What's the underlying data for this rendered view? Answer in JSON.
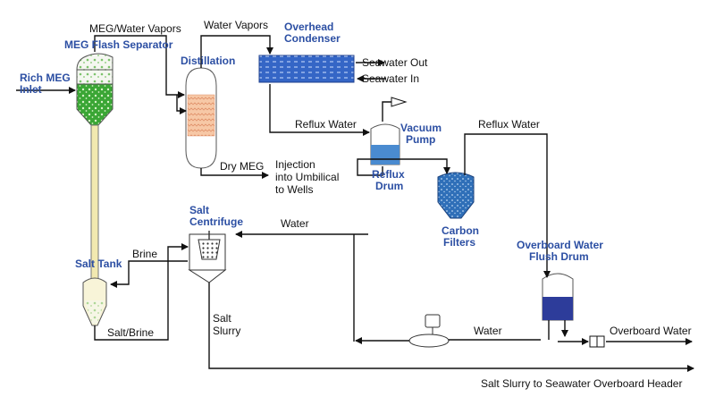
{
  "colors": {
    "accent_blue": "#2c4fa3",
    "meg_green": "#3aa635",
    "reflux_blue": "#4a8bd0",
    "filter_blue": "#2f6fb8",
    "drum_navy": "#2d3c9a",
    "condenser_blue": "#3566c6",
    "distill_fill": "#f7c8a6",
    "pipe_stem": "#f2e9b0"
  },
  "labels": {
    "rich_meg_inlet_1": "Rich MEG",
    "rich_meg_inlet_2": "Inlet",
    "meg_water_vapors": "MEG/Water Vapors",
    "meg_flash_separator": "MEG Flash Separator",
    "water_vapors": "Water Vapors",
    "overhead_condenser_1": "Overhead",
    "overhead_condenser_2": "Condenser",
    "distillation": "Distillation",
    "seawater_out": "Seawater Out",
    "seawater_in": "Seawater In",
    "reflux_water_1": "Reflux Water",
    "reflux_water_2": "Reflux Water",
    "vacuum_pump_1": "Vacuum",
    "vacuum_pump_2": "Pump",
    "dry_meg": "Dry MEG",
    "injection_1": "Injection",
    "injection_2": "into Umbilical",
    "injection_3": "to Wells",
    "reflux_drum_1": "Reflux",
    "reflux_drum_2": "Drum",
    "carbon_filters_1": "Carbon",
    "carbon_filters_2": "Filters",
    "salt_centrifuge_1": "Salt",
    "salt_centrifuge_2": "Centrifuge",
    "water_top": "Water",
    "brine": "Brine",
    "salt_tank": "Salt Tank",
    "salt_slurry_1": "Salt",
    "salt_slurry_2": "Slurry",
    "salt_brine": "Salt/Brine",
    "overboard_drum_1": "Overboard Water",
    "overboard_drum_2": "Flush Drum",
    "water_bottom": "Water",
    "overboard_water": "Overboard Water",
    "salt_slurry_header": "Salt Slurry to Seawater Overboard Header"
  }
}
